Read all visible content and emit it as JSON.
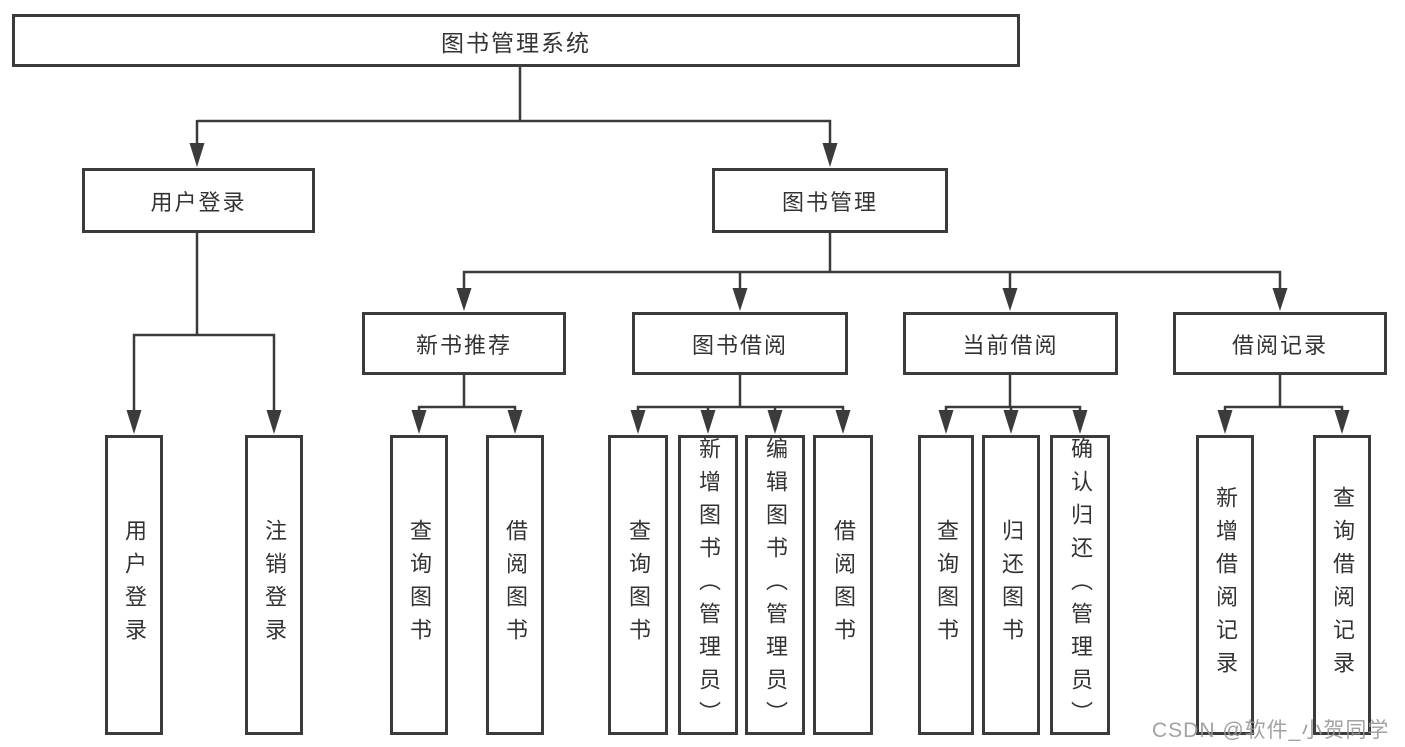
{
  "diagram": {
    "root": "图书管理系统",
    "level2": [
      "用户登录",
      "图书管理"
    ],
    "level3": [
      "新书推荐",
      "图书借阅",
      "当前借阅",
      "借阅记录"
    ],
    "leaves": {
      "user_login": [
        "用户登录",
        "注销登录"
      ],
      "new_book_recommend": [
        "查询图书",
        "借阅图书"
      ],
      "book_borrow": [
        "查询图书",
        "新增图书（管理员）",
        "编辑图书（管理员）",
        "借阅图书"
      ],
      "current_borrow": [
        "查询图书",
        "归还图书",
        "确认归还（管理员）"
      ],
      "borrow_record": [
        "新增借阅记录",
        "查询借阅记录"
      ]
    }
  },
  "watermark": "CSDN @软件_小贺同学",
  "colors": {
    "line": "#3b3b3b",
    "border": "#3b3b3b",
    "text": "#333333",
    "watermark": "#9e9e9e",
    "background": "#ffffff"
  }
}
